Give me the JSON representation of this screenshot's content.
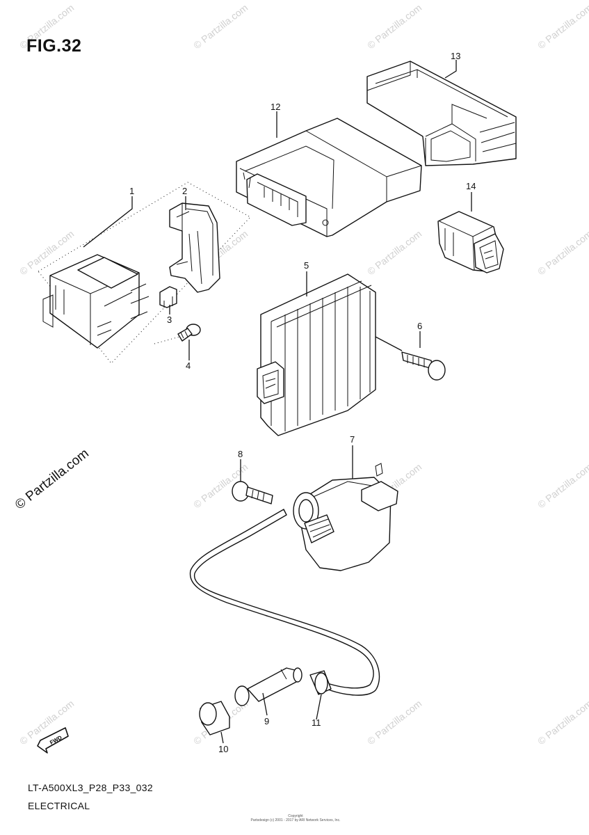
{
  "figure": {
    "title": "FIG.32",
    "model_code": "LT-A500XL3_P28_P33_032",
    "section": "ELECTRICAL"
  },
  "watermark": {
    "text": "© Partzilla.com"
  },
  "copyright": {
    "heading": "Copyright",
    "text": "Partsdesign (c) 2001 - 2017 by ARI Network Services, Inc."
  },
  "fwd_label": "FWD",
  "callouts": {
    "c1": "1",
    "c2": "2",
    "c3": "3",
    "c4": "4",
    "c5": "5",
    "c6": "6",
    "c7": "7",
    "c8": "8",
    "c9": "9",
    "c10": "10",
    "c11": "11",
    "c12": "12",
    "c13": "13",
    "c14": "14"
  }
}
